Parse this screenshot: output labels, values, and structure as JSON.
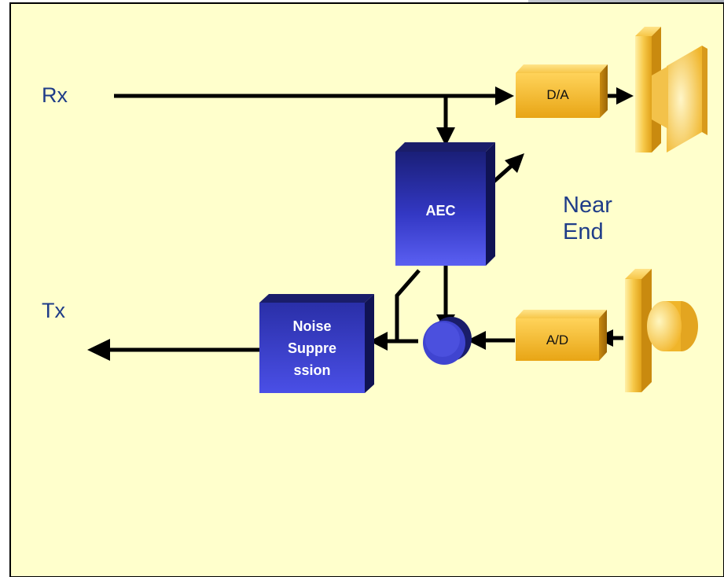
{
  "labels": {
    "rx": "Rx",
    "tx": "Tx",
    "near_end_line1": "Near",
    "near_end_line2": "End"
  },
  "blocks": {
    "da": "D/A",
    "ad": "A/D",
    "aec": "AEC",
    "noise_line1": "Noise",
    "noise_line2": "Suppre",
    "noise_line3": "ssion"
  },
  "icons": {
    "speaker": "speaker-icon",
    "microphone": "microphone-icon",
    "summing_junction": "summing-junction-icon"
  },
  "colors": {
    "slide_background": "#ffffcc",
    "text_blue": "#1f3c88",
    "converter_gold": "#f5c242",
    "processor_blue": "#3a3fd0",
    "arrow": "#000000"
  }
}
